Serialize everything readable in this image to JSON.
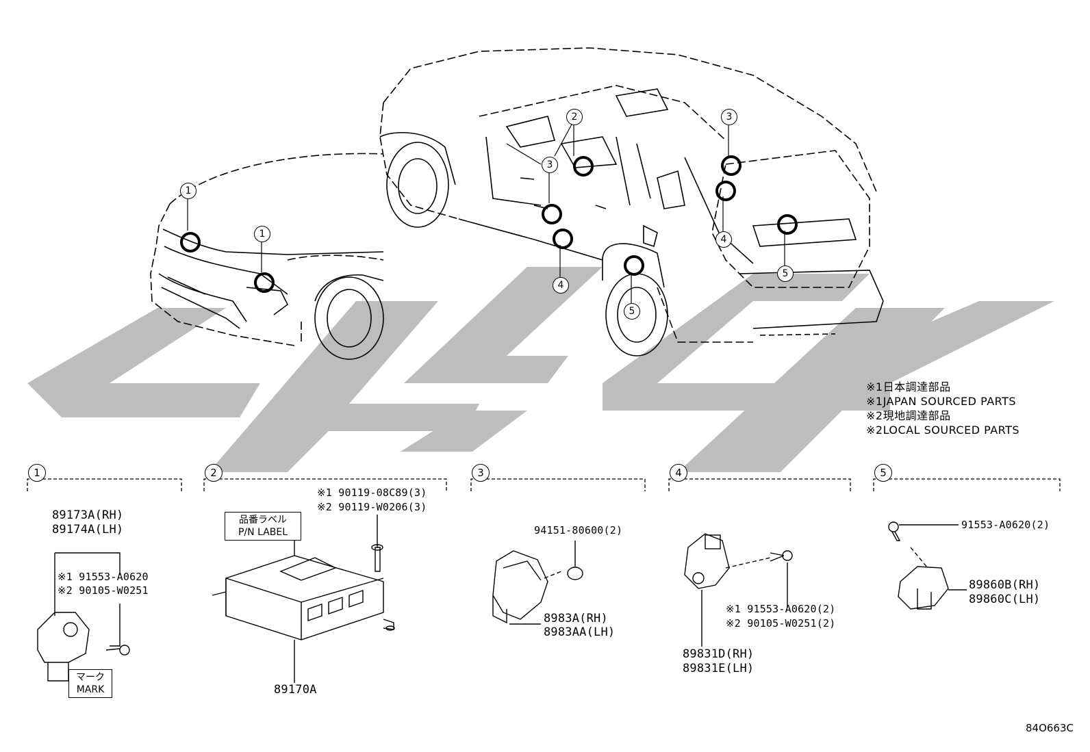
{
  "legend_notes": [
    "※1日本調達部品",
    "※1JAPAN SOURCED PARTS",
    "※2現地調達部品",
    "※2LOCAL SOURCED PARTS"
  ],
  "callouts": [
    "1",
    "1",
    "2",
    "2",
    "3",
    "3",
    "3",
    "4",
    "4",
    "5",
    "5"
  ],
  "sections": {
    "s1": {
      "num": "1",
      "part_rh": "89173A(RH)",
      "part_lh": "89174A(LH)",
      "bolt_1": "※1 91553-A0620",
      "bolt_2": "※2 90105-W0251",
      "mark_jp": "マーク",
      "mark_en": "MARK"
    },
    "s2": {
      "num": "2",
      "screw_1": "※1 90119-08C89(3)",
      "screw_2": "※2 90119-W0206(3)",
      "label_jp": "品番ラベル",
      "label_en": "P/N LABEL",
      "ecu": "89170A"
    },
    "s3": {
      "num": "3",
      "nut": "94151-80600(2)",
      "part_rh": "8983A(RH)",
      "part_lh": "8983AA(LH)"
    },
    "s4": {
      "num": "4",
      "bolt_1": "※1 91553-A0620(2)",
      "bolt_2": "※2 90105-W0251(2)",
      "part_rh": "89831D(RH)",
      "part_lh": "89831E(LH)"
    },
    "s5": {
      "num": "5",
      "bolt": "91553-A0620(2)",
      "part_rh": "89860B(RH)",
      "part_lh": "89860C(LH)"
    }
  },
  "drawing_code": "84O663C",
  "colors": {
    "ink": "#000000",
    "watermark": "#bdbdbd",
    "background": "#ffffff"
  }
}
